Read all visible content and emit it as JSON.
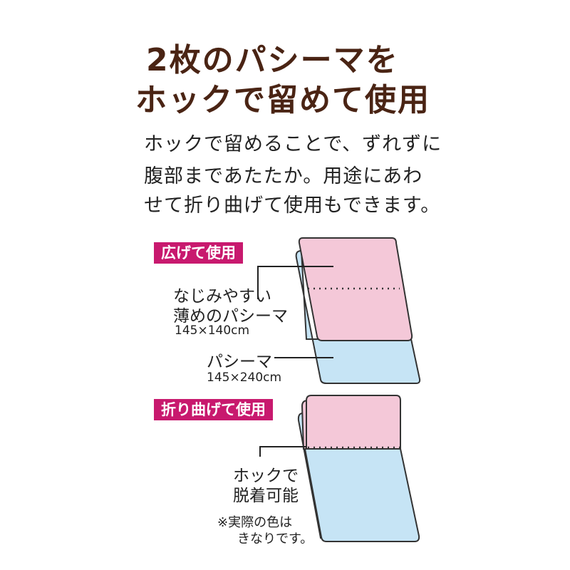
{
  "title": {
    "line1": "2枚のパシーマを",
    "line2": "ホックで留めて使用"
  },
  "description": {
    "line1": "ホックで留めることで、ずれずに",
    "line2": "腹部まであたたか。用途にあわ",
    "line3": "せて折り曲げて使用もできます。"
  },
  "open_use": {
    "tag": "広げて使用",
    "thin_label_line1": "なじみやすい",
    "thin_label_line2": "薄めのパシーマ",
    "thin_size": "145×140cm",
    "main_label": "パシーマ",
    "main_size": "145×240cm"
  },
  "folded_use": {
    "tag": "折り曲げて使用",
    "hook_line1": "ホックで",
    "hook_line2": "脱着可能",
    "note_line1": "※実際の色は",
    "note_line2": "きなりです。"
  },
  "colors": {
    "title": "#4a2414",
    "tag": "#c8196e",
    "pink": "#f4c8d8",
    "blue": "#c6e4f5"
  }
}
